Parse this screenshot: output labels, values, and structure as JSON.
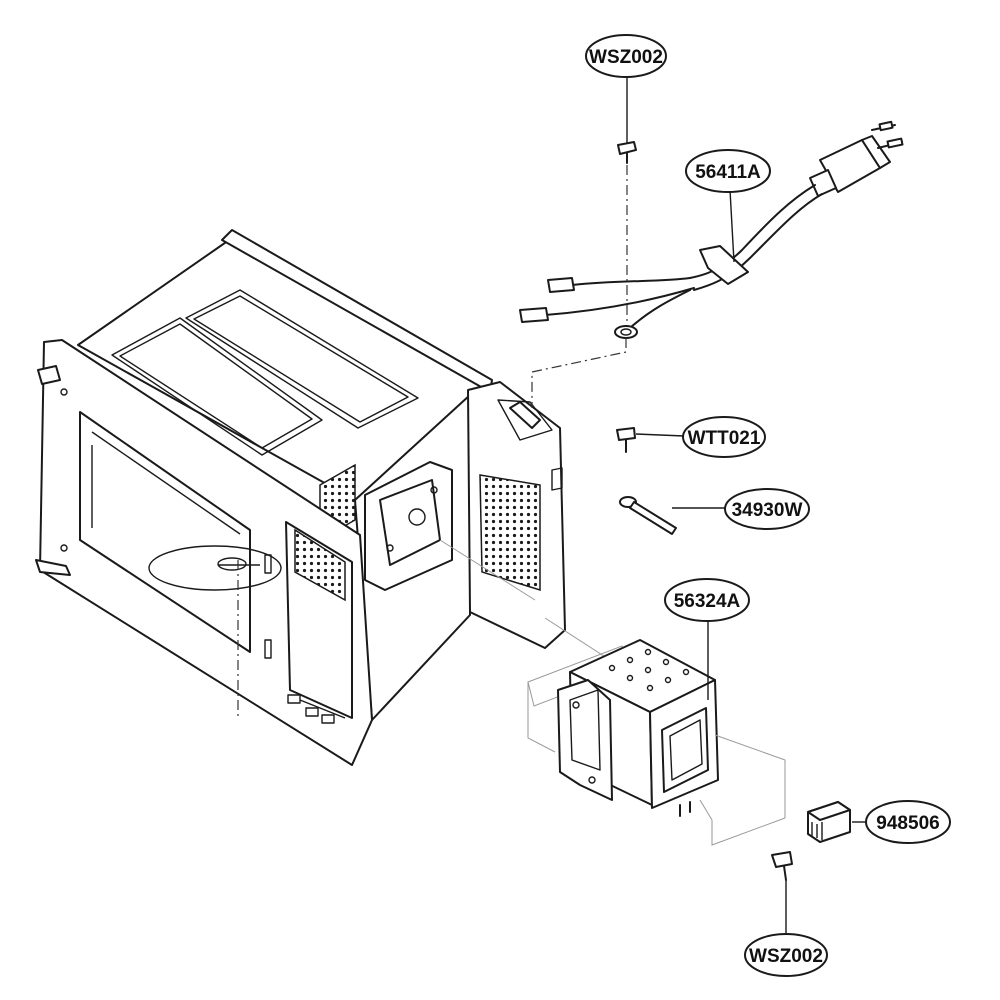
{
  "parts": [
    {
      "id": "screw_top",
      "label": "WSZ002"
    },
    {
      "id": "power_cord",
      "label": "56411A"
    },
    {
      "id": "screw_mid",
      "label": "WTT021"
    },
    {
      "id": "ground_lead",
      "label": "34930W"
    },
    {
      "id": "magnetron",
      "label": "56324A"
    },
    {
      "id": "gasket",
      "label": "948506"
    },
    {
      "id": "screw_bottom",
      "label": "WSZ002"
    }
  ]
}
